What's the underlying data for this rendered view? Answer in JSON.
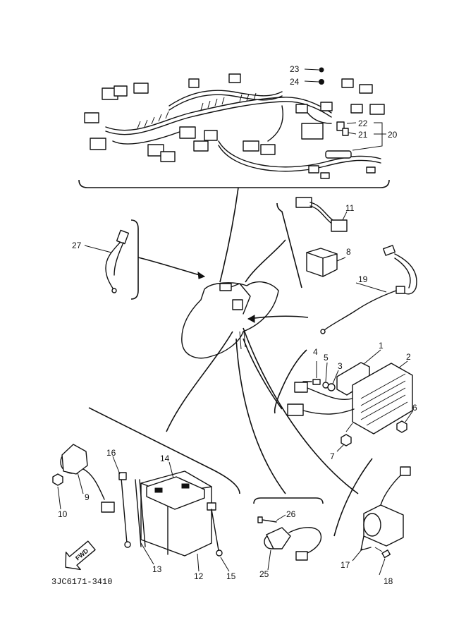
{
  "diagram_code": "3JC6171-3410",
  "fwd_label": "FWD",
  "callouts": {
    "p1": "1",
    "p2": "2",
    "p3": "3",
    "p4": "4",
    "p5": "5",
    "p6": "6",
    "p7": "7",
    "p8": "8",
    "p9": "9",
    "p10": "10",
    "p11": "11",
    "p12": "12",
    "p13": "13",
    "p14": "14",
    "p15": "15",
    "p16": "16",
    "p17": "17",
    "p18": "18",
    "p19": "19",
    "p20": "20",
    "p21": "21",
    "p22": "22",
    "p23": "23",
    "p24": "24",
    "p25": "25",
    "p26": "26",
    "p27": "27"
  }
}
